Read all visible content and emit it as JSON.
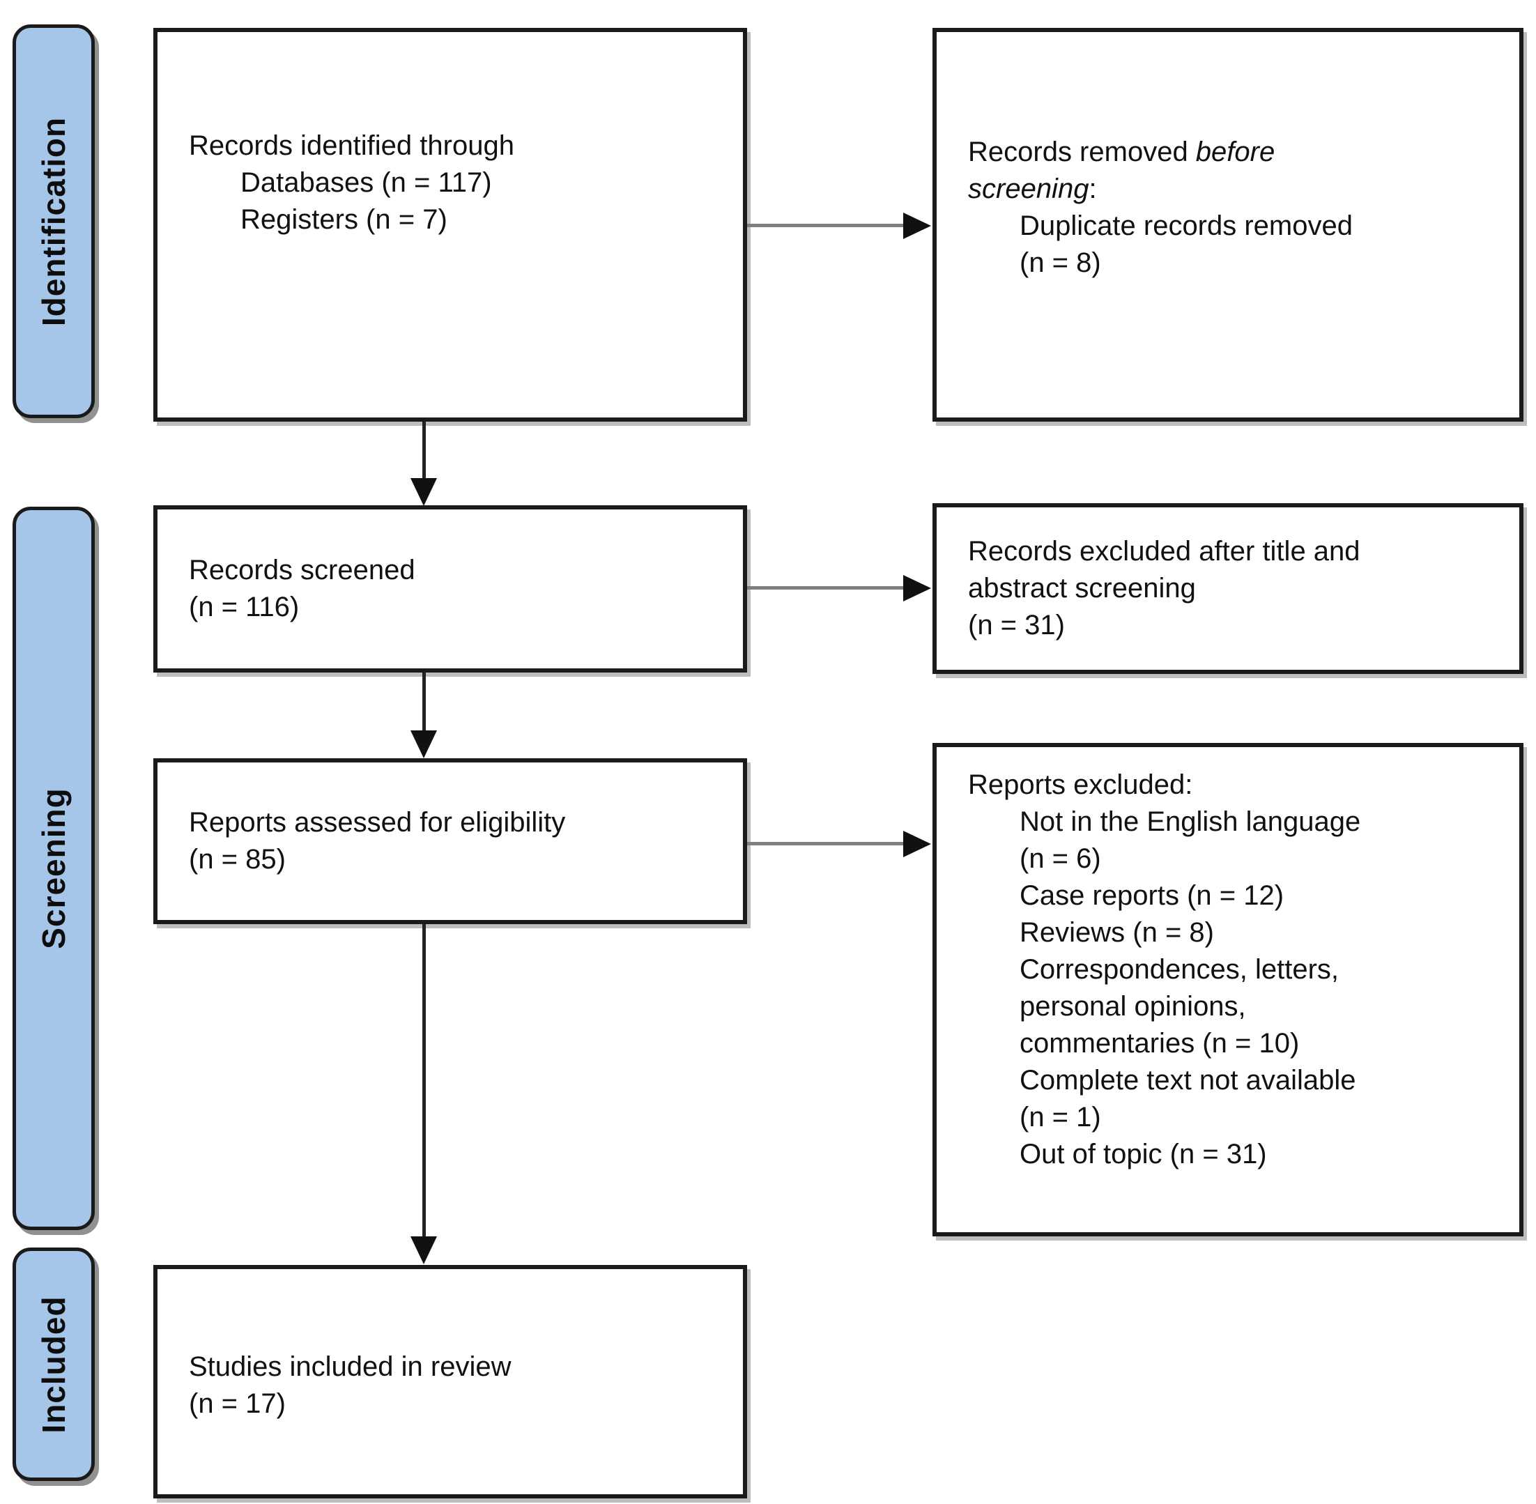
{
  "stages": [
    {
      "label": "Identification"
    },
    {
      "label": "Screening"
    },
    {
      "label": "Included"
    }
  ],
  "flow_boxes": [
    {
      "line1": "Records identified through",
      "indented": "Databases (n = 117)\nRegisters (n = 7)"
    },
    {
      "text": "Records screened\n(n = 116)"
    },
    {
      "text": "Reports assessed for eligibility\n(n = 85)"
    },
    {
      "text": "Studies included in review\n(n = 17)"
    }
  ],
  "side_boxes": [
    {
      "prefix": "Records removed ",
      "italic": "before\nscreening",
      "suffix": ":",
      "indented": "Duplicate records removed\n(n = 8)"
    },
    {
      "text": "Records excluded after title and\nabstract screening\n(n = 31)"
    },
    {
      "header": "Reports excluded:",
      "items": [
        "Not in the English language\n(n = 6)",
        "Case reports (n = 12)",
        "Reviews (n = 8)",
        "Correspondences, letters,\npersonal opinions,\ncommentaries (n = 10)",
        "Complete text not available\n(n = 1)",
        "Out of topic (n = 31)"
      ]
    }
  ],
  "colors": {
    "stage_fill": "#a5c6e9",
    "box_border": "#1a1a1a",
    "connector_gray": "#7f7f7f"
  }
}
